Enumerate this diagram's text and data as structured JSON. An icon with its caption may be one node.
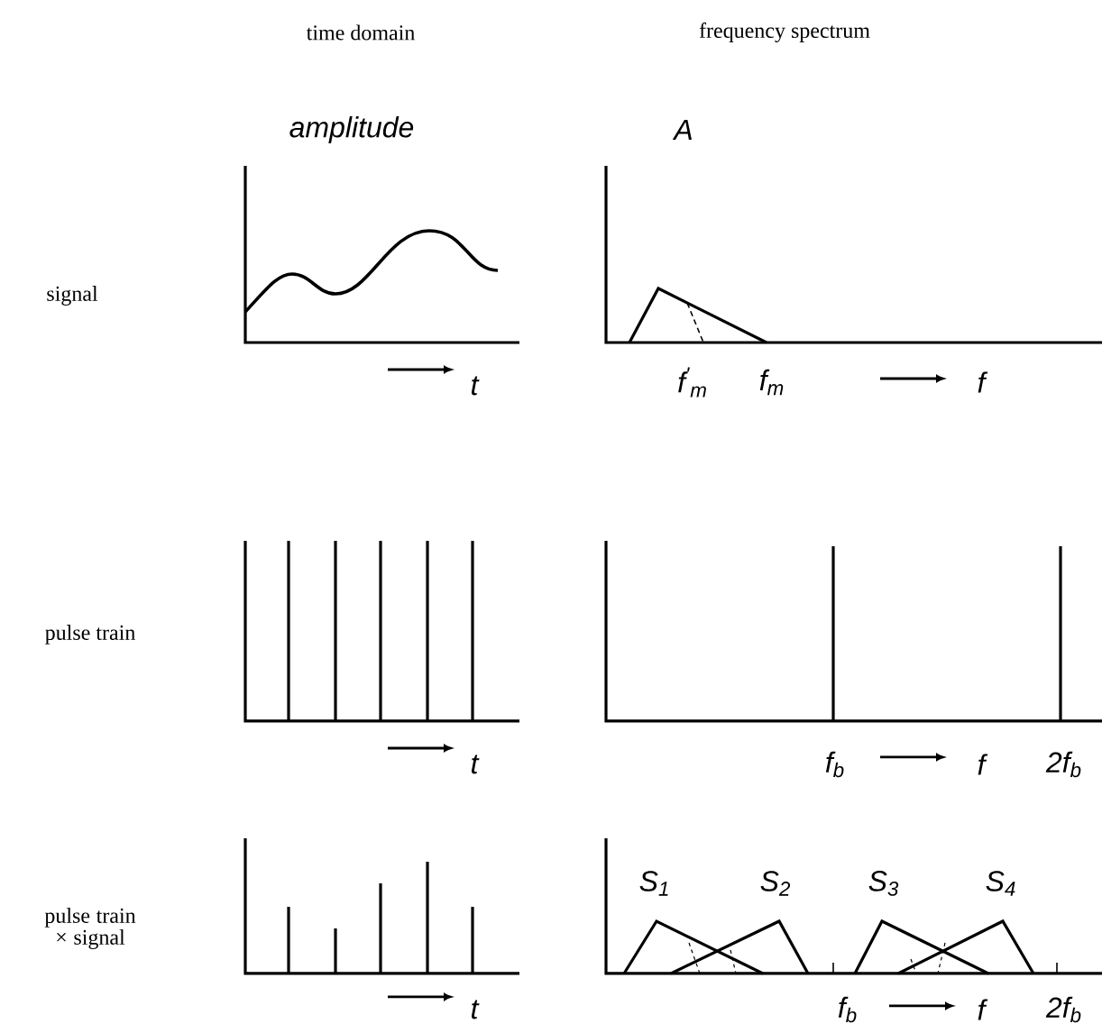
{
  "diagram": {
    "labels": [
      "time domain",
      "frequency spectrum",
      "amplitude",
      "A",
      "signal",
      "t",
      "f$^{'}$$_{m}$",
      "f$_{m}$",
      "f",
      "pulse train",
      "t",
      "f$_{b}$",
      "f",
      "2f$_{b}$",
      "pulse train × signal",
      "S$_{1}$",
      "S$_{2}$",
      "S$_{3}$",
      "S$_{4}$",
      "t",
      "f$_{b}$",
      "f",
      "2f$_{b}$"
    ]
  }
}
